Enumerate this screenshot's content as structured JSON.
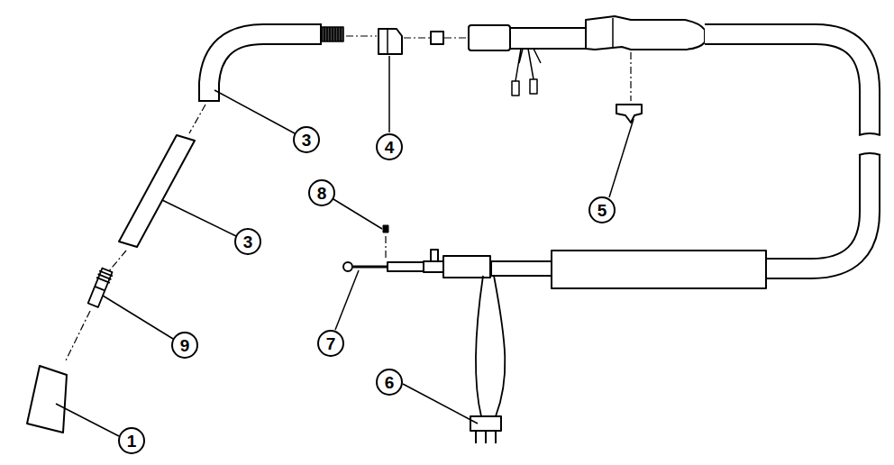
{
  "diagram": {
    "nodes": [
      {
        "text": [
          "3"
        ]
      },
      {
        "text": [
          "4"
        ]
      },
      {
        "text": [
          "8"
        ]
      },
      {
        "text": [
          "5"
        ]
      },
      {
        "text": [
          "3"
        ]
      },
      {
        "text": [
          "7"
        ]
      },
      {
        "text": [
          "9"
        ]
      },
      {
        "text": [
          "6"
        ]
      },
      {
        "text": [
          "1"
        ]
      }
    ]
  }
}
